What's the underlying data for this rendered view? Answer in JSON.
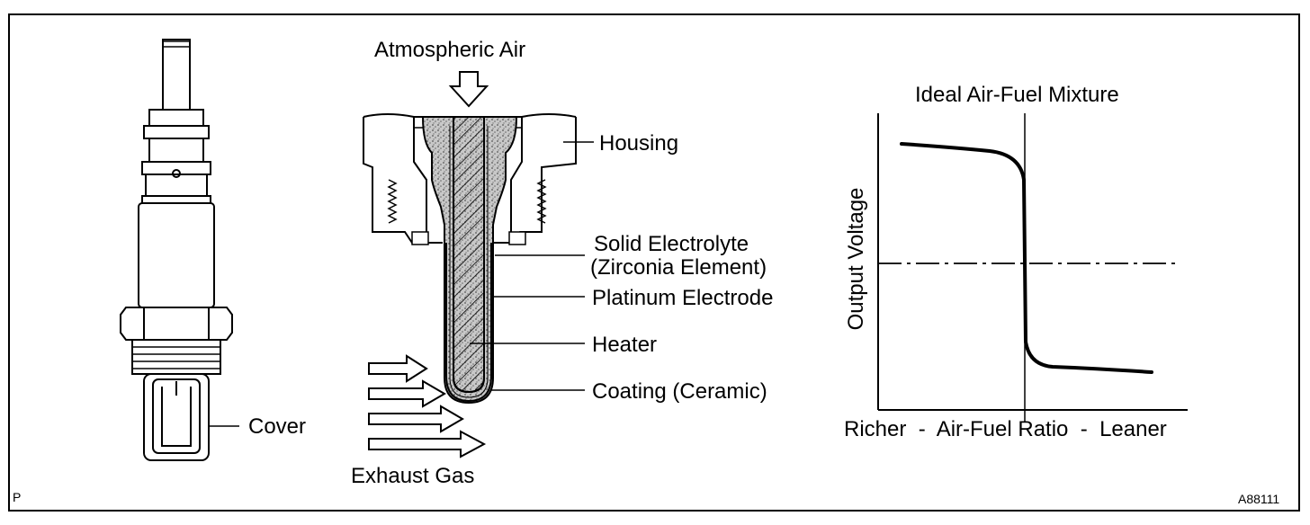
{
  "labels": {
    "atmospheric_air": "Atmospheric Air",
    "housing": "Housing",
    "solid_electrolyte": "Solid Electrolyte",
    "zirconia_element": "(Zirconia Element)",
    "platinum_electrode": "Platinum Electrode",
    "heater": "Heater",
    "coating": "Coating (Ceramic)",
    "cover": "Cover",
    "exhaust_gas": "Exhaust Gas"
  },
  "graph": {
    "title": "Ideal Air-Fuel Mixture",
    "ylabel": "Output Voltage",
    "xlabel": "Richer  -  Air-Fuel Ratio  -  Leaner"
  },
  "corner": {
    "left": "P",
    "right": "A88111"
  },
  "colors": {
    "ink": "#000000",
    "background": "#ffffff",
    "speckle": "#9a9a9a"
  },
  "icons": {
    "air_arrow": "arrow-down-icon",
    "exhaust_arrows": "arrow-right-icon"
  }
}
